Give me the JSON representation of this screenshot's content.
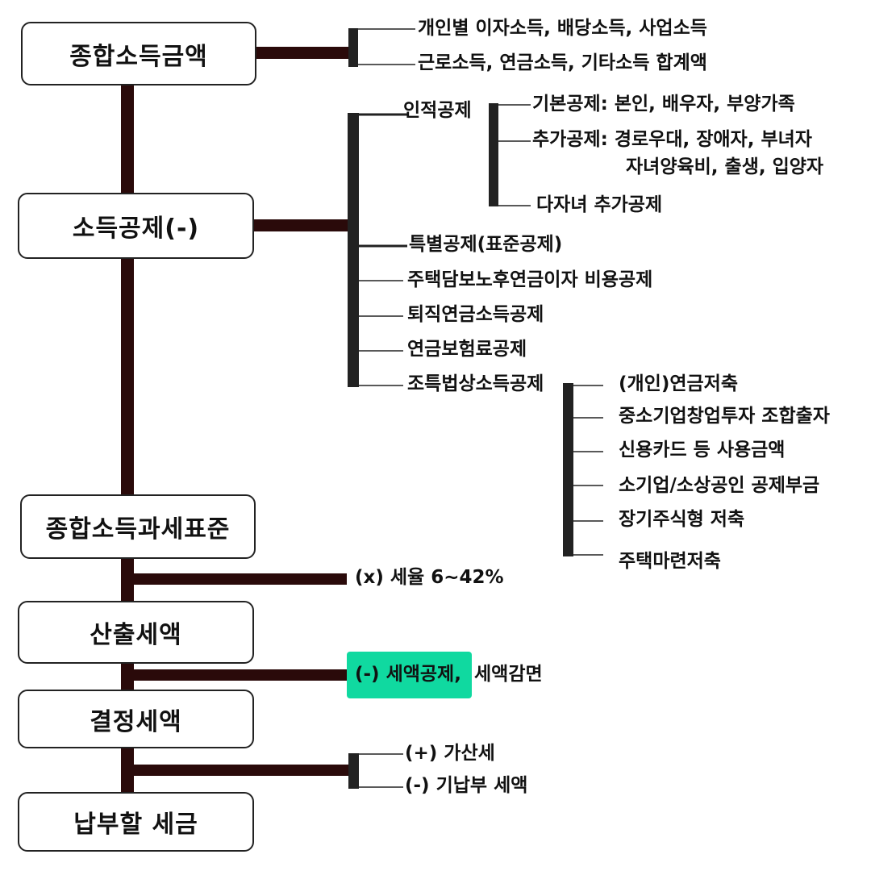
{
  "boxes": {
    "total_income": "종합소득금액",
    "income_deduction": "소득공제(-)",
    "tax_base": "종합소득과세표준",
    "computed_tax": "산출세액",
    "determined_tax": "결정세액",
    "payable_tax": "납부할 세금"
  },
  "income": {
    "line1": "개인별 이자소득, 배당소득, 사업소득",
    "line2": "근로소득, 연금소득, 기타소득 합계액"
  },
  "deductions": {
    "personal": "인적공제",
    "personal_items": {
      "basic": "기본공제: 본인, 배우자, 부양가족",
      "additional_1": "추가공제: 경로우대, 장애자, 부녀자",
      "additional_2": "자녀양육비, 출생, 입양자",
      "multi_child": "다자녀 추가공제"
    },
    "special": "특별공제(표준공제)",
    "mortgage": "주택담보노후연금이자 비용공제",
    "retirement": "퇴직연금소득공제",
    "pension_insurance": "연금보험료공제",
    "special_tax": "조특법상소득공제",
    "special_tax_items": [
      "(개인)연금저축",
      "중소기업창업투자 조합출자",
      "신용카드 등 사용금액",
      "소기업/소상공인 공제부금",
      "장기주식형 저축",
      "주택마련저축"
    ]
  },
  "tax_rate": "(x) 세율 6~42%",
  "tax_credit": {
    "highlighted": "(-) 세액공제,",
    "rest": "세액감면"
  },
  "adjustments": {
    "add": "(+) 가산세",
    "subtract": "(-) 기납부 세액"
  },
  "colors": {
    "connector_main": "#2a0a0a",
    "bracket": "#222222",
    "highlight": "#10d9a0"
  }
}
